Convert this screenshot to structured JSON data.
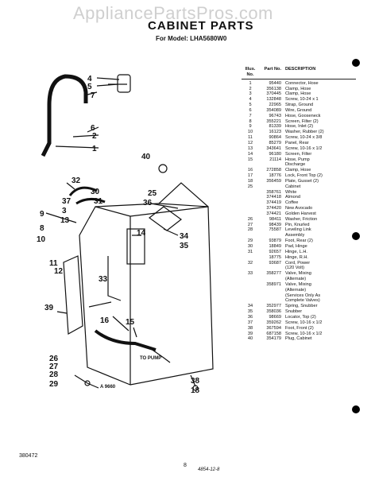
{
  "watermark": "AppliancePartsPros.com",
  "header": {
    "title": "CABINET PARTS",
    "model": "For Model: LHA5680W0"
  },
  "parts_table": {
    "headers": [
      "Illus. No.",
      "Part No.",
      "DESCRIPTION"
    ],
    "rows": [
      [
        "1",
        "95440",
        "Connector, Hose"
      ],
      [
        "2",
        "356138",
        "Clamp, Hose"
      ],
      [
        "3",
        "370445",
        "Clamp, Hose"
      ],
      [
        "4",
        "132848",
        "Screw, 10-24 x 1"
      ],
      [
        "5",
        "22965",
        "Strap, Ground"
      ],
      [
        "6",
        "354089",
        "Wire, Ground"
      ],
      [
        "7",
        "96743",
        "Hose, Gooseneck"
      ],
      [
        "8",
        "355221",
        "Screen, Filter (2)"
      ],
      [
        "9",
        "81339",
        "Hose, Inlet (2)"
      ],
      [
        "10",
        "16123",
        "Washer, Rubber (2)"
      ],
      [
        "11",
        "90864",
        "Screw, 10-24 x 3/8"
      ],
      [
        "12",
        "85279",
        "Panel, Rear"
      ],
      [
        "13",
        "343641",
        "Screw, 10-16 x 1/2"
      ],
      [
        "14",
        "96180",
        "Screen, Filter"
      ],
      [
        "15",
        "21114",
        "Hose, Pump"
      ],
      [
        "",
        "",
        "Discharge"
      ],
      [
        "16",
        "272858",
        "Clamp, Hose"
      ],
      [
        "17",
        "18776",
        "Lock, Front Top (2)"
      ],
      [
        "18",
        "356459",
        "Plate, Gusset (2)"
      ],
      [
        "25",
        "",
        "Cabinet"
      ],
      [
        "",
        "358761",
        "White"
      ],
      [
        "",
        "374418",
        "Almond"
      ],
      [
        "",
        "374419",
        "Coffee"
      ],
      [
        "",
        "374420",
        "New Avocado"
      ],
      [
        "",
        "374421",
        "Golden Harvest"
      ],
      [
        "26",
        "98411",
        "Washer, Friction"
      ],
      [
        "27",
        "98439",
        "Pin, Knurled"
      ],
      [
        "28",
        "75587",
        "Leveling Link"
      ],
      [
        "",
        "",
        "Assembly"
      ],
      [
        "29",
        "93879",
        "Foot, Rear (2)"
      ],
      [
        "30",
        "18849",
        "Pad, Hinge"
      ],
      [
        "31",
        "92657",
        "Hinge, L.H."
      ],
      [
        "",
        "18775",
        "Hinge, R.H."
      ],
      [
        "32",
        "93687",
        "Cord, Power"
      ],
      [
        "",
        "",
        "(120 Volt)"
      ],
      [
        "33",
        "358277",
        "Valve, Mixing"
      ],
      [
        "",
        "",
        "(Alternate)"
      ],
      [
        "",
        "358971",
        "Valve, Mixing"
      ],
      [
        "",
        "",
        "(Alternate)"
      ],
      [
        "",
        "",
        "(Services Only As"
      ],
      [
        "",
        "",
        "Complete Valves)"
      ],
      [
        "34",
        "352977",
        "Spring, Snubber"
      ],
      [
        "35",
        "358036",
        "Snubber"
      ],
      [
        "36",
        "98669",
        "Locator, Top (2)"
      ],
      [
        "37",
        "359262",
        "Screw, 10-16 x 1/2"
      ],
      [
        "38",
        "367594",
        "Foot, Front (2)"
      ],
      [
        "39",
        "687158",
        "Screw, 10-16 x 1/2"
      ],
      [
        "40",
        "354179",
        "Plug, Cabinet"
      ]
    ]
  },
  "callouts": [
    "4",
    "5",
    "7",
    "6",
    "2",
    "1",
    "40",
    "32",
    "30",
    "31",
    "25",
    "36",
    "37",
    "3",
    "13",
    "9",
    "8",
    "10",
    "14",
    "34",
    "35",
    "11",
    "12",
    "33",
    "39",
    "16",
    "15",
    "26",
    "27",
    "28",
    "29",
    "38",
    "18"
  ],
  "diagram_text": {
    "pump_label": "TO PUMP",
    "figure_id": "A 9660"
  },
  "footer": {
    "code": "380472",
    "page": "8",
    "signature": "4854-12-8"
  }
}
